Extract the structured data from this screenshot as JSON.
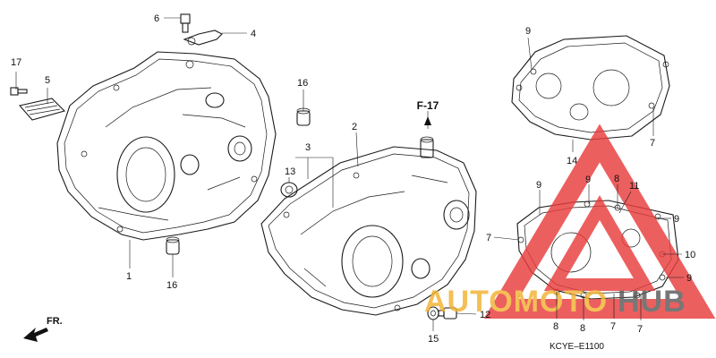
{
  "diagram_code": "KCYE–E1100",
  "reference": "F-17",
  "front_label": "FR.",
  "watermark": {
    "text_left": "AUTOMOTO",
    "text_right": "HUB",
    "color_left": "#f2b232",
    "color_right": "#5a5a5a",
    "triangle_color": "#e83c3c"
  },
  "callouts": [
    {
      "id": "c6",
      "text": "6"
    },
    {
      "id": "c4",
      "text": "4"
    },
    {
      "id": "c17",
      "text": "17"
    },
    {
      "id": "c5",
      "text": "5"
    },
    {
      "id": "c16a",
      "text": "16"
    },
    {
      "id": "c16b",
      "text": "16"
    },
    {
      "id": "c1",
      "text": "1"
    },
    {
      "id": "c3",
      "text": "3"
    },
    {
      "id": "c13",
      "text": "13"
    },
    {
      "id": "c2",
      "text": "2"
    },
    {
      "id": "c12",
      "text": "12"
    },
    {
      "id": "c15",
      "text": "15"
    },
    {
      "id": "c9a",
      "text": "9"
    },
    {
      "id": "c7a",
      "text": "7"
    },
    {
      "id": "c14",
      "text": "14"
    },
    {
      "id": "c9b",
      "text": "9"
    },
    {
      "id": "c9c",
      "text": "9"
    },
    {
      "id": "c8a",
      "text": "8"
    },
    {
      "id": "c11",
      "text": "11"
    },
    {
      "id": "c9d",
      "text": "9"
    },
    {
      "id": "c7b",
      "text": "7"
    },
    {
      "id": "c10",
      "text": "10"
    },
    {
      "id": "c9e",
      "text": "9"
    },
    {
      "id": "c8b",
      "text": "8"
    },
    {
      "id": "c8c",
      "text": "8"
    },
    {
      "id": "c7c",
      "text": "7"
    },
    {
      "id": "c7d",
      "text": "7"
    }
  ]
}
